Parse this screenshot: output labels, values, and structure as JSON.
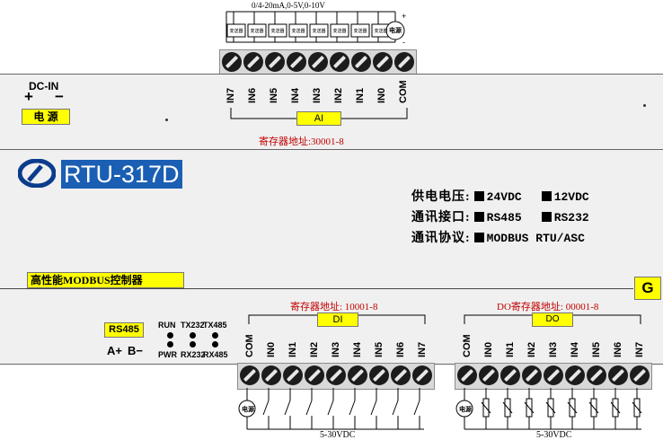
{
  "ai_input_circuit": {
    "range_label": "0/4-20mA,0-5V,0-10V",
    "transmitter_label": "变送器",
    "supply_label": "电源",
    "plus": "+",
    "minus": "-"
  },
  "device": {
    "dc_in_label": "DC-IN",
    "dc_plus": "+",
    "dc_minus": "−",
    "power_label": "电 源",
    "model": "RTU-317D",
    "product_name": "高性能MODBUS控制器",
    "ground_label": "G"
  },
  "ai": {
    "terminals": [
      "IN7",
      "IN6",
      "IN5",
      "IN4",
      "IN3",
      "IN2",
      "IN1",
      "IN0",
      "COM"
    ],
    "group_label": "AI",
    "register": "寄存器地址:30001-8"
  },
  "specs": [
    {
      "label": "供电电压:",
      "options": [
        "24VDC",
        "12VDC"
      ]
    },
    {
      "label": "通讯接口:",
      "options": [
        "RS485",
        "RS232"
      ]
    },
    {
      "label": "通讯协议:",
      "options": [
        "MODBUS RTU/ASC"
      ]
    }
  ],
  "rs485": {
    "label": "RS485",
    "a_plus": "A+",
    "b_minus": "B−"
  },
  "leds": {
    "top": [
      "RUN",
      "TX232",
      "TX485"
    ],
    "bottom": [
      "PWR",
      "RX232",
      "RX485"
    ]
  },
  "di": {
    "terminals": [
      "COM",
      "IN0",
      "IN1",
      "IN2",
      "IN3",
      "IN4",
      "IN5",
      "IN6",
      "IN7"
    ],
    "group_label": "DI",
    "register": "寄存器地址: 10001-8",
    "supply_label": "电源",
    "voltage": "5-30VDC"
  },
  "do": {
    "terminals": [
      "COM",
      "IN0",
      "IN1",
      "IN2",
      "IN3",
      "IN4",
      "IN5",
      "IN6",
      "IN7"
    ],
    "group_label": "DO",
    "register": "DO寄存器地址: 00001-8",
    "supply_label": "电源",
    "voltage": "5-30VDC"
  },
  "colors": {
    "label_yellow": "#ffff00",
    "register_red": "#c00000",
    "model_highlight": "#1a5fb4",
    "terminal_black": "#1c1c1c"
  }
}
